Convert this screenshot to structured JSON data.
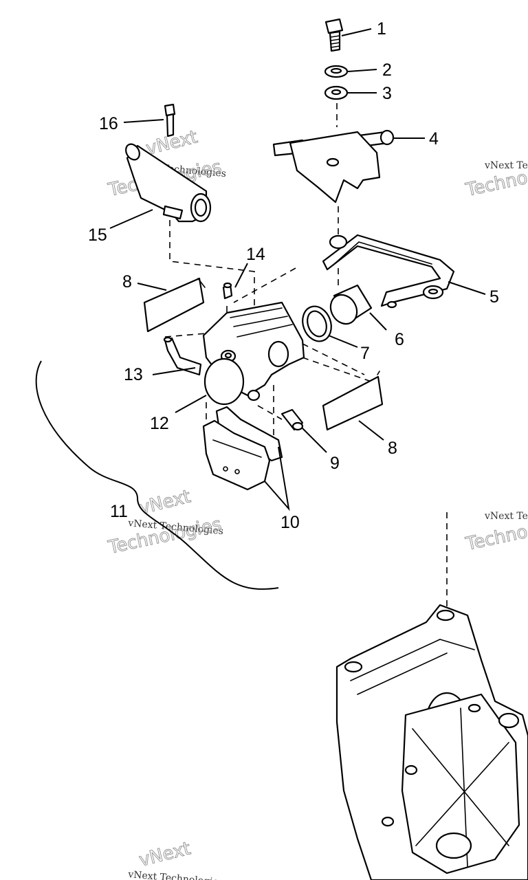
{
  "callouts": [
    {
      "id": "1",
      "text": "1"
    },
    {
      "id": "2",
      "text": "2"
    },
    {
      "id": "3",
      "text": "3"
    },
    {
      "id": "4",
      "text": "4"
    },
    {
      "id": "5",
      "text": "5"
    },
    {
      "id": "6",
      "text": "6"
    },
    {
      "id": "7",
      "text": "7"
    },
    {
      "id": "8a",
      "text": "8"
    },
    {
      "id": "8b",
      "text": "8"
    },
    {
      "id": "9",
      "text": "9"
    },
    {
      "id": "10",
      "text": "10"
    },
    {
      "id": "11",
      "text": "11"
    },
    {
      "id": "12",
      "text": "12"
    },
    {
      "id": "13",
      "text": "13"
    },
    {
      "id": "14",
      "text": "14"
    },
    {
      "id": "15",
      "text": "15"
    },
    {
      "id": "16",
      "text": "16"
    }
  ],
  "watermark": {
    "brand": "vNext Technologies",
    "brand_short": "vNext",
    "brand_word": "Technologies",
    "brand_partial_1": "vNext Te",
    "brand_partial_2": "Techno"
  }
}
